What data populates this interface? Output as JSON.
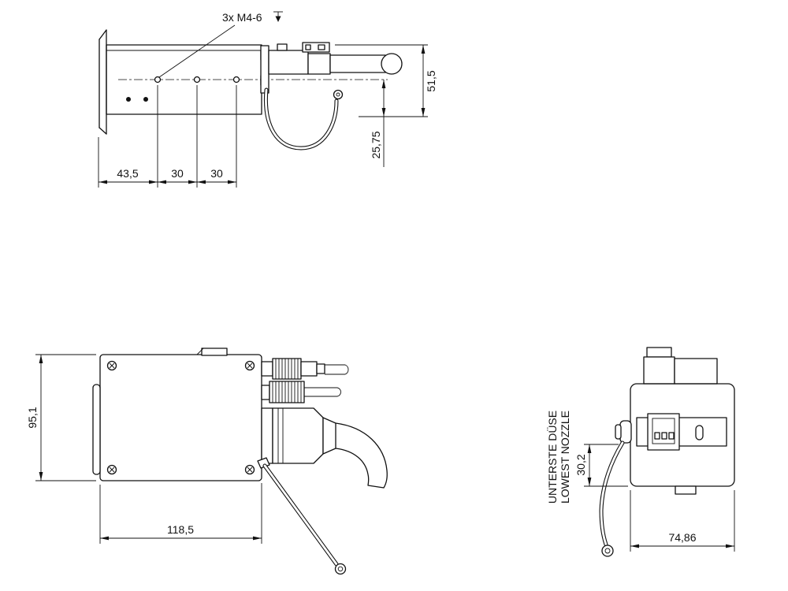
{
  "colors": {
    "ink": "#111111",
    "background": "#ffffff"
  },
  "views": {
    "top": {
      "thread_callout": "3x M4-6",
      "dim_overall_height": "51,5",
      "dim_axis_height": "25,75",
      "dim_hole_offset": "43,5",
      "dim_hole_pitch_1": "30",
      "dim_hole_pitch_2": "30"
    },
    "front": {
      "dim_height": "95,1",
      "dim_width": "118,5"
    },
    "side": {
      "label_de": "UNTERSTE DÜSE",
      "label_en": "LOWEST NOZZLE",
      "dim_nozzle_height": "30,2",
      "dim_width": "74,86"
    }
  }
}
